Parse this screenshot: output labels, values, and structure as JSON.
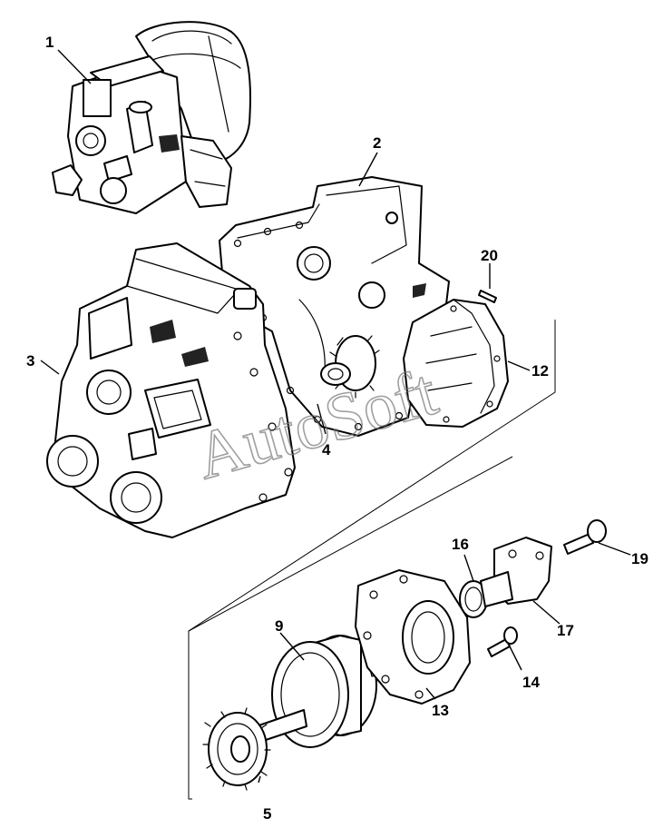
{
  "watermark": "AutoSoft",
  "callouts": [
    "1",
    "2",
    "3",
    "4",
    "5",
    "9",
    "12",
    "13",
    "14",
    "16",
    "17",
    "19",
    "20"
  ]
}
